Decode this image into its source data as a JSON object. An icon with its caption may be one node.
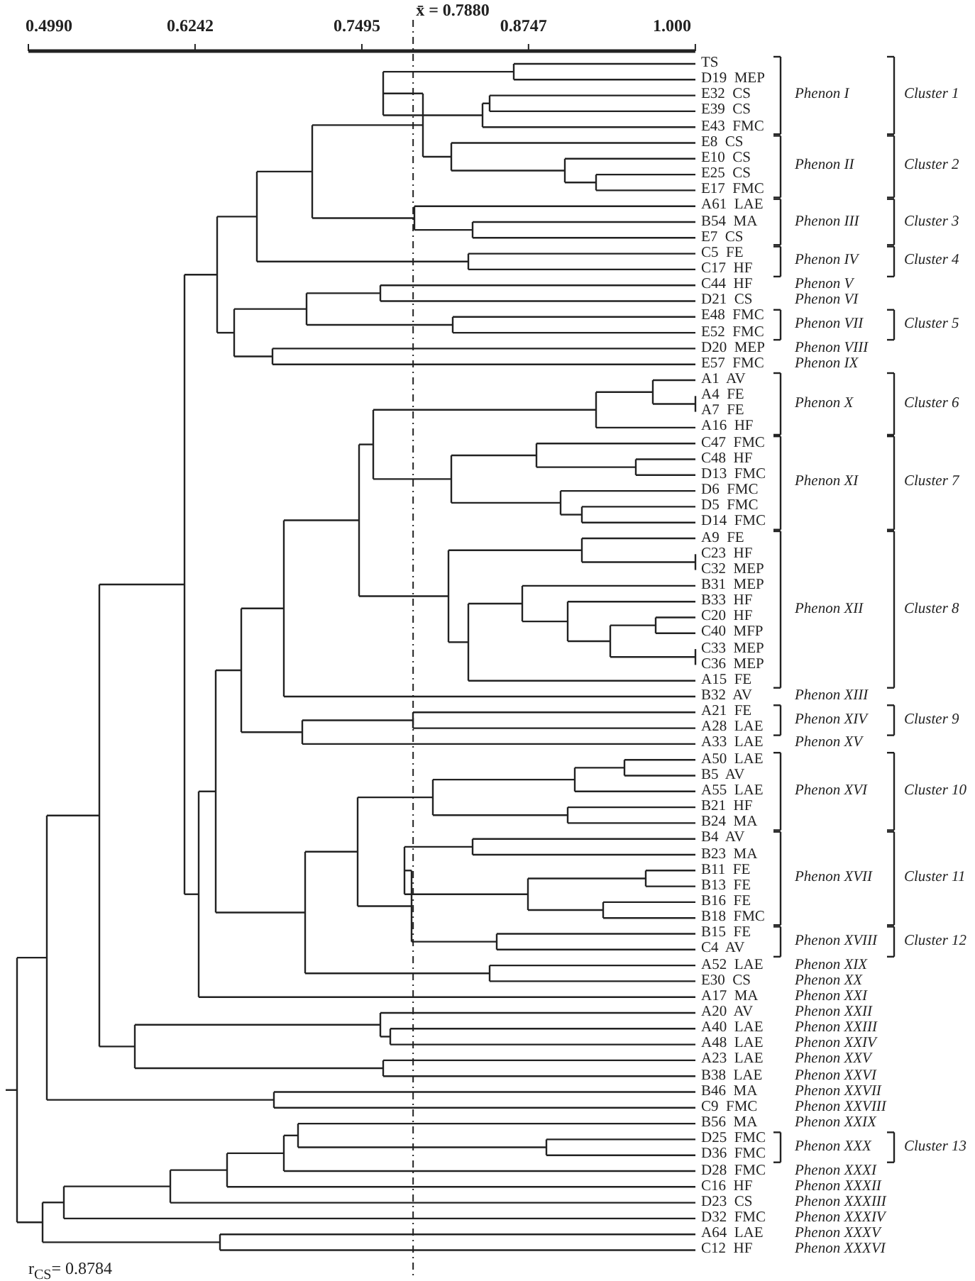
{
  "diagram": {
    "labels": [
      "0.4990",
      "0.6242",
      "0.7495",
      "0.8747",
      "1.000",
      "x̄ = 0.7880",
      "TS",
      "D19  MEP",
      "E32  CS",
      "E39  CS",
      "E43  FMC",
      "E8  CS",
      "E10  CS",
      "E25  CS",
      "E17  FMC",
      "A61  LAE",
      "B54  MA",
      "E7  CS",
      "C5  FE",
      "C17  HF",
      "C44  HF",
      "D21  CS",
      "E48  FMC",
      "E52  FMC",
      "D20  MEP",
      "E57  FMC",
      "A1  AV",
      "A4  FE",
      "A7  FE",
      "A16  HF",
      "C47  FMC",
      "C48  HF",
      "D13  FMC",
      "D6  FMC",
      "D5  FMC",
      "D14  FMC",
      "A9  FE",
      "C23  HF",
      "C32  MEP",
      "B31  MEP",
      "B33  HF",
      "C20  HF",
      "C40  MFP",
      "C33  MEP",
      "C36  MEP",
      "A15  FE",
      "B32  AV",
      "A21  FE",
      "A28  LAE",
      "A33  LAE",
      "A50  LAE",
      "B5  AV",
      "A55  LAE",
      "B21  HF",
      "B24  MA",
      "B4  AV",
      "B23  MA",
      "B11  FE",
      "B13  FE",
      "B16  FE",
      "B18  FMC",
      "B15  FE",
      "C4  AV",
      "A52  LAE",
      "E30  CS",
      "A17  MA",
      "A20  AV",
      "A40  LAE",
      "A48  LAE",
      "A23  LAE",
      "B38  LAE",
      "B46  MA",
      "C9  FMC",
      "B56  MA",
      "D25  FMC",
      "D36  FMC",
      "D28  FMC",
      "C16  HF",
      "D23  CS",
      "D32  FMC",
      "A64  LAE",
      "C12  HF",
      "Phenon I",
      "Phenon II",
      "Phenon III",
      "Phenon IV",
      "Phenon V",
      "Phenon VI",
      "Phenon VII",
      "Phenon VIII",
      "Phenon IX",
      "Phenon X",
      "Phenon XI",
      "Phenon XII",
      "Phenon XIII",
      "Phenon XIV",
      "Phenon XV",
      "Phenon XVI",
      "Phenon XVII",
      "Phenon XVIII",
      "Phenon XIX",
      "Phenon XX",
      "Phenon XXI",
      "Phenon XXII",
      "Phenon XXIII",
      "Phenon XXIV",
      "Phenon XXV",
      "Phenon XXVI",
      "Phenon XXVII",
      "Phenon XXVIII",
      "Phenon XXIX",
      "Phenon XXX",
      "Phenon XXXI",
      "Phenon XXXII",
      "Phenon XXXIII",
      "Phenon XXXIV",
      "Phenon XXXV",
      "Phenon XXXVI",
      "Cluster 1",
      "Cluster 2",
      "Cluster 3",
      "Cluster 4",
      "Cluster 5",
      "Cluster 6",
      "Cluster 7",
      "Cluster 8",
      "Cluster 9",
      "Cluster 10",
      "Cluster 11",
      "Cluster 12",
      "Cluster 13",
      "r$_{CS}$= 0.8784"
    ]
  }
}
